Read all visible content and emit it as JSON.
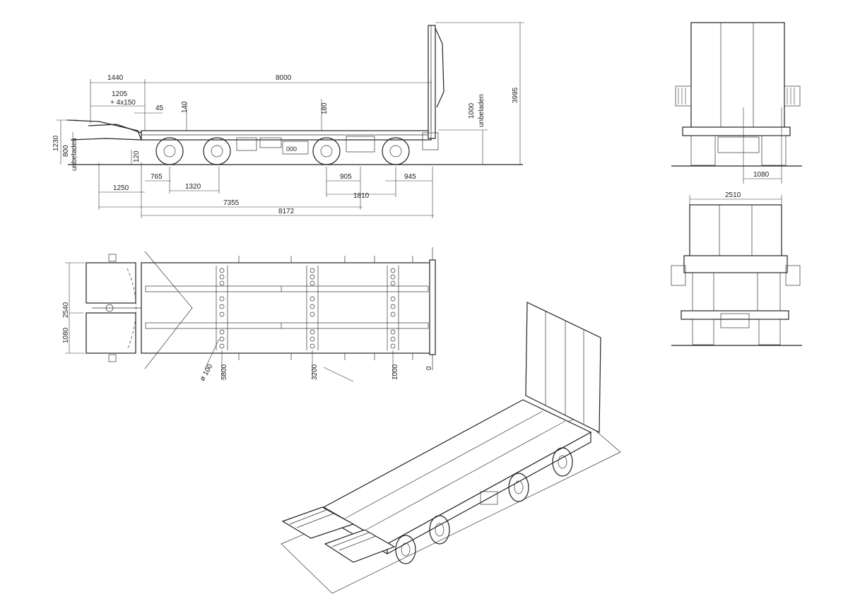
{
  "side_view": {
    "dims_top": [
      "1440",
      "8000",
      "1205",
      "+ 4x150",
      "45",
      "140",
      "180"
    ],
    "dims_left": [
      "1230",
      "800",
      "unbeladen",
      "120"
    ],
    "dims_right": [
      "1000",
      "unbeladen",
      "3995"
    ],
    "dims_bottom": [
      "765",
      "1320",
      "1250",
      "905",
      "945",
      "1810",
      "7355",
      "8172"
    ]
  },
  "plan_view": {
    "dims_left": [
      "2540",
      "1080"
    ],
    "dims_bottom": [
      "ø 100",
      "5800",
      "3200",
      "1000",
      "0"
    ]
  },
  "rear_view": {
    "dims": [
      "1080"
    ]
  },
  "front_view": {
    "dims": [
      "2510"
    ]
  }
}
